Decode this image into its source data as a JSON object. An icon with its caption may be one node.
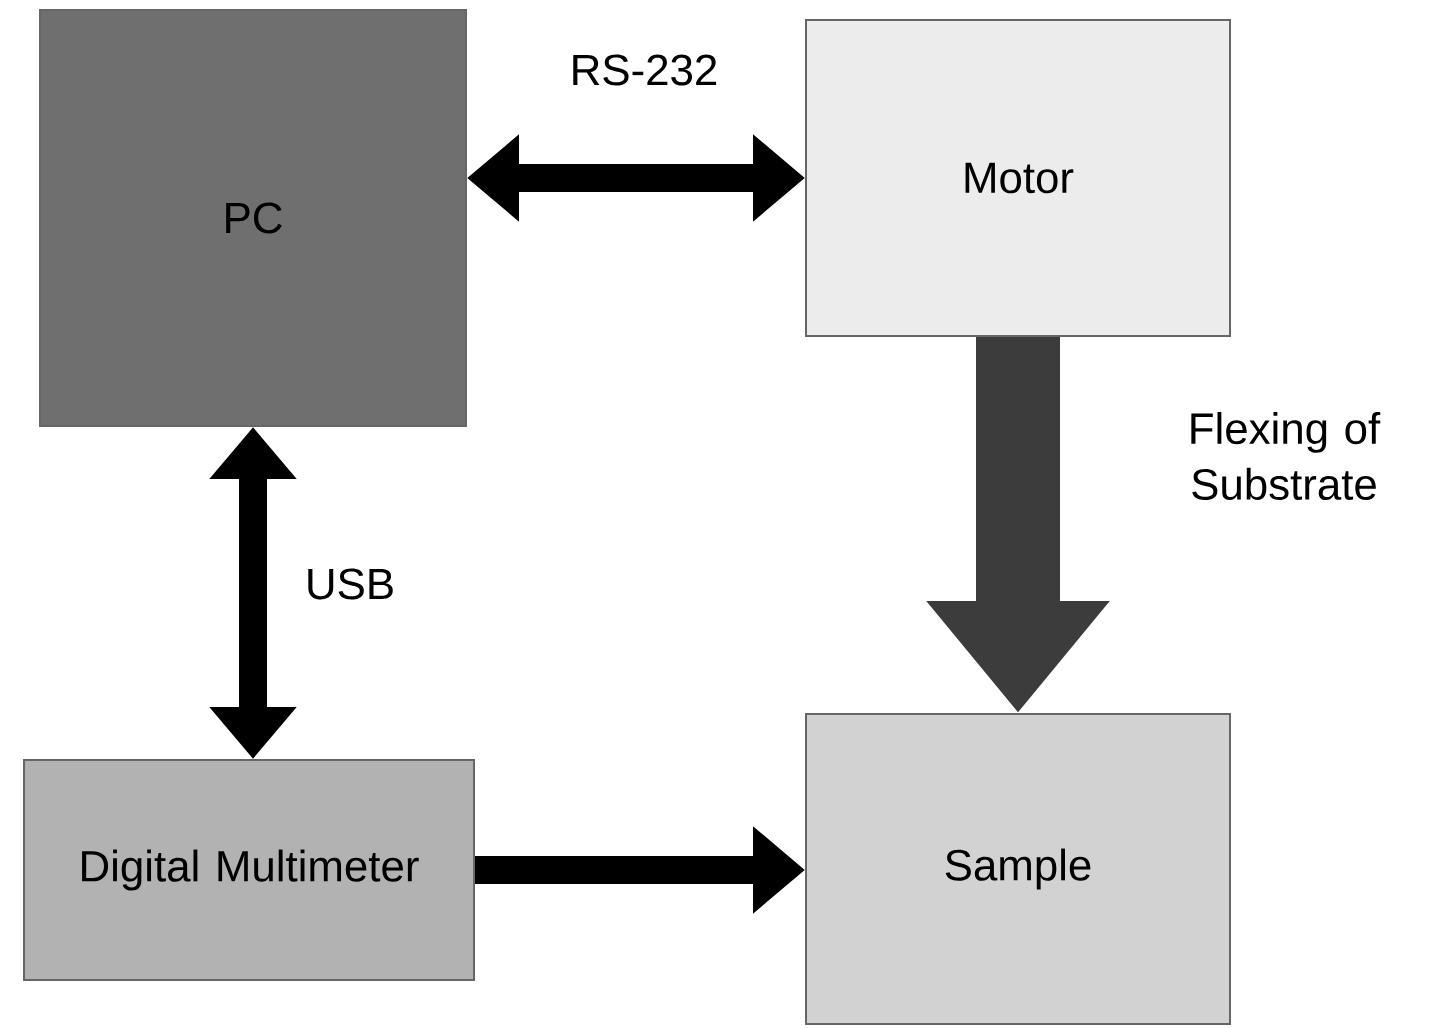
{
  "diagram": {
    "nodes": [
      {
        "text": [
          "PC"
        ]
      },
      {
        "text": [
          "Motor"
        ]
      },
      {
        "text": [
          "Digital Multimeter"
        ]
      },
      {
        "text": [
          "Sample"
        ]
      }
    ],
    "edges": [
      {
        "from": 0,
        "to": 1,
        "arrow": "both",
        "label": "RS-232"
      },
      {
        "from": 1,
        "to": 3,
        "arrow": "to",
        "label": "Flexing of Substrate",
        "style": "thick",
        "color": "#3c3c3c"
      },
      {
        "from": 0,
        "to": 2,
        "arrow": "both",
        "label": "USB"
      },
      {
        "from": 2,
        "to": 3,
        "arrow": "to"
      }
    ]
  }
}
